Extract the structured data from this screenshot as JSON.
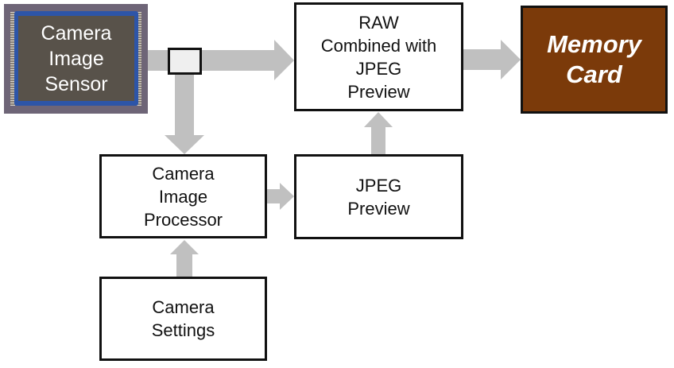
{
  "diagram": {
    "colors": {
      "arrow": "#c0c0c0",
      "box_border": "#111111",
      "memory_card_fill": "#7b3a0a",
      "sensor_die": "#58524a",
      "sensor_frame": "#2d55a8"
    },
    "nodes": {
      "sensor": {
        "lines": [
          "Camera",
          "Image",
          "Sensor"
        ]
      },
      "raw_combined": {
        "lines": [
          "RAW",
          "Combined with",
          "JPEG",
          "Preview"
        ]
      },
      "memory_card": {
        "lines": [
          "Memory",
          "Card"
        ]
      },
      "processor": {
        "lines": [
          "Camera",
          "Image",
          "Processor"
        ]
      },
      "jpeg_preview": {
        "lines": [
          "JPEG",
          "Preview"
        ]
      },
      "settings": {
        "lines": [
          "Camera",
          "Settings"
        ]
      }
    },
    "edges": [
      {
        "from": "sensor",
        "to": "raw_combined"
      },
      {
        "from": "sensor",
        "to": "processor"
      },
      {
        "from": "raw_combined",
        "to": "memory_card"
      },
      {
        "from": "processor",
        "to": "jpeg_preview"
      },
      {
        "from": "jpeg_preview",
        "to": "raw_combined"
      },
      {
        "from": "settings",
        "to": "processor"
      }
    ]
  }
}
